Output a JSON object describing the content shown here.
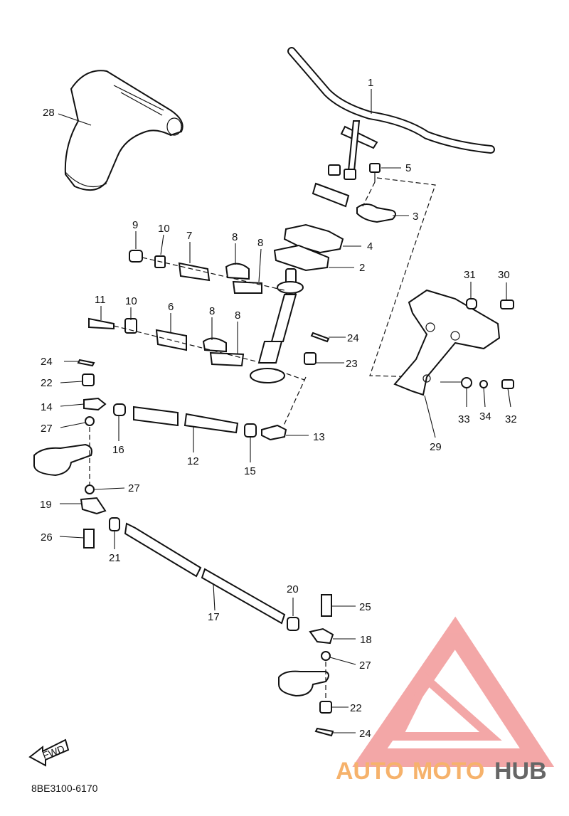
{
  "diagram": {
    "code": "8BE3100-6170",
    "fwd_label": "FWD",
    "callouts": [
      "1",
      "2",
      "3",
      "4",
      "5",
      "6",
      "7",
      "8",
      "8",
      "8",
      "8",
      "9",
      "10",
      "10",
      "11",
      "12",
      "13",
      "14",
      "15",
      "16",
      "17",
      "18",
      "19",
      "20",
      "21",
      "22",
      "22",
      "23",
      "24",
      "24",
      "24",
      "25",
      "26",
      "27",
      "27",
      "27",
      "28",
      "29",
      "30",
      "31",
      "32",
      "33",
      "34"
    ]
  },
  "watermark": {
    "auto": "AUTO",
    "moto": "MOTO",
    "hub": "HUB",
    "colors": {
      "primary": "#f08a8a",
      "secondary": "#f6b26b",
      "dark": "#666666"
    }
  }
}
